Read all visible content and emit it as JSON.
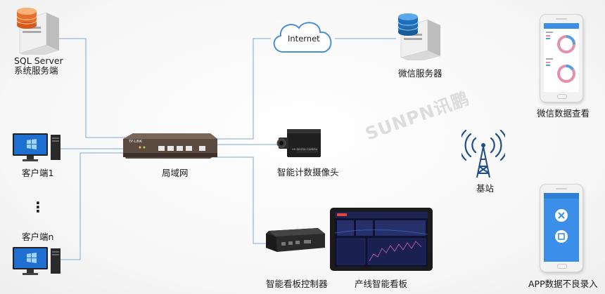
{
  "nodes": {
    "sql_server": {
      "line1": "SQL Server",
      "line2": "系统服务端"
    },
    "client1": "客户端1",
    "ellipsis": "⋮",
    "clientn": "客户端n",
    "lan": "局域网",
    "router_brand": "TP-LINK",
    "internet": "Internet",
    "wechat_server": "微信服务器",
    "camera": "智能计数摄像头",
    "camera_text": "HD DIGITAL CAMERA",
    "board_controller": "智能看板控制器",
    "production_board": "产线智能看板",
    "base_station": "基站",
    "wechat_view": "微信数据查看",
    "app_entry": "APP数据不良录入",
    "watermark": "SUNPN讯鹏"
  },
  "colors": {
    "wire": "#7fa8d8",
    "phone_header": "#3a8ee6",
    "donut_blue": "#4fa3e0",
    "donut_pink": "#e58fb0"
  }
}
